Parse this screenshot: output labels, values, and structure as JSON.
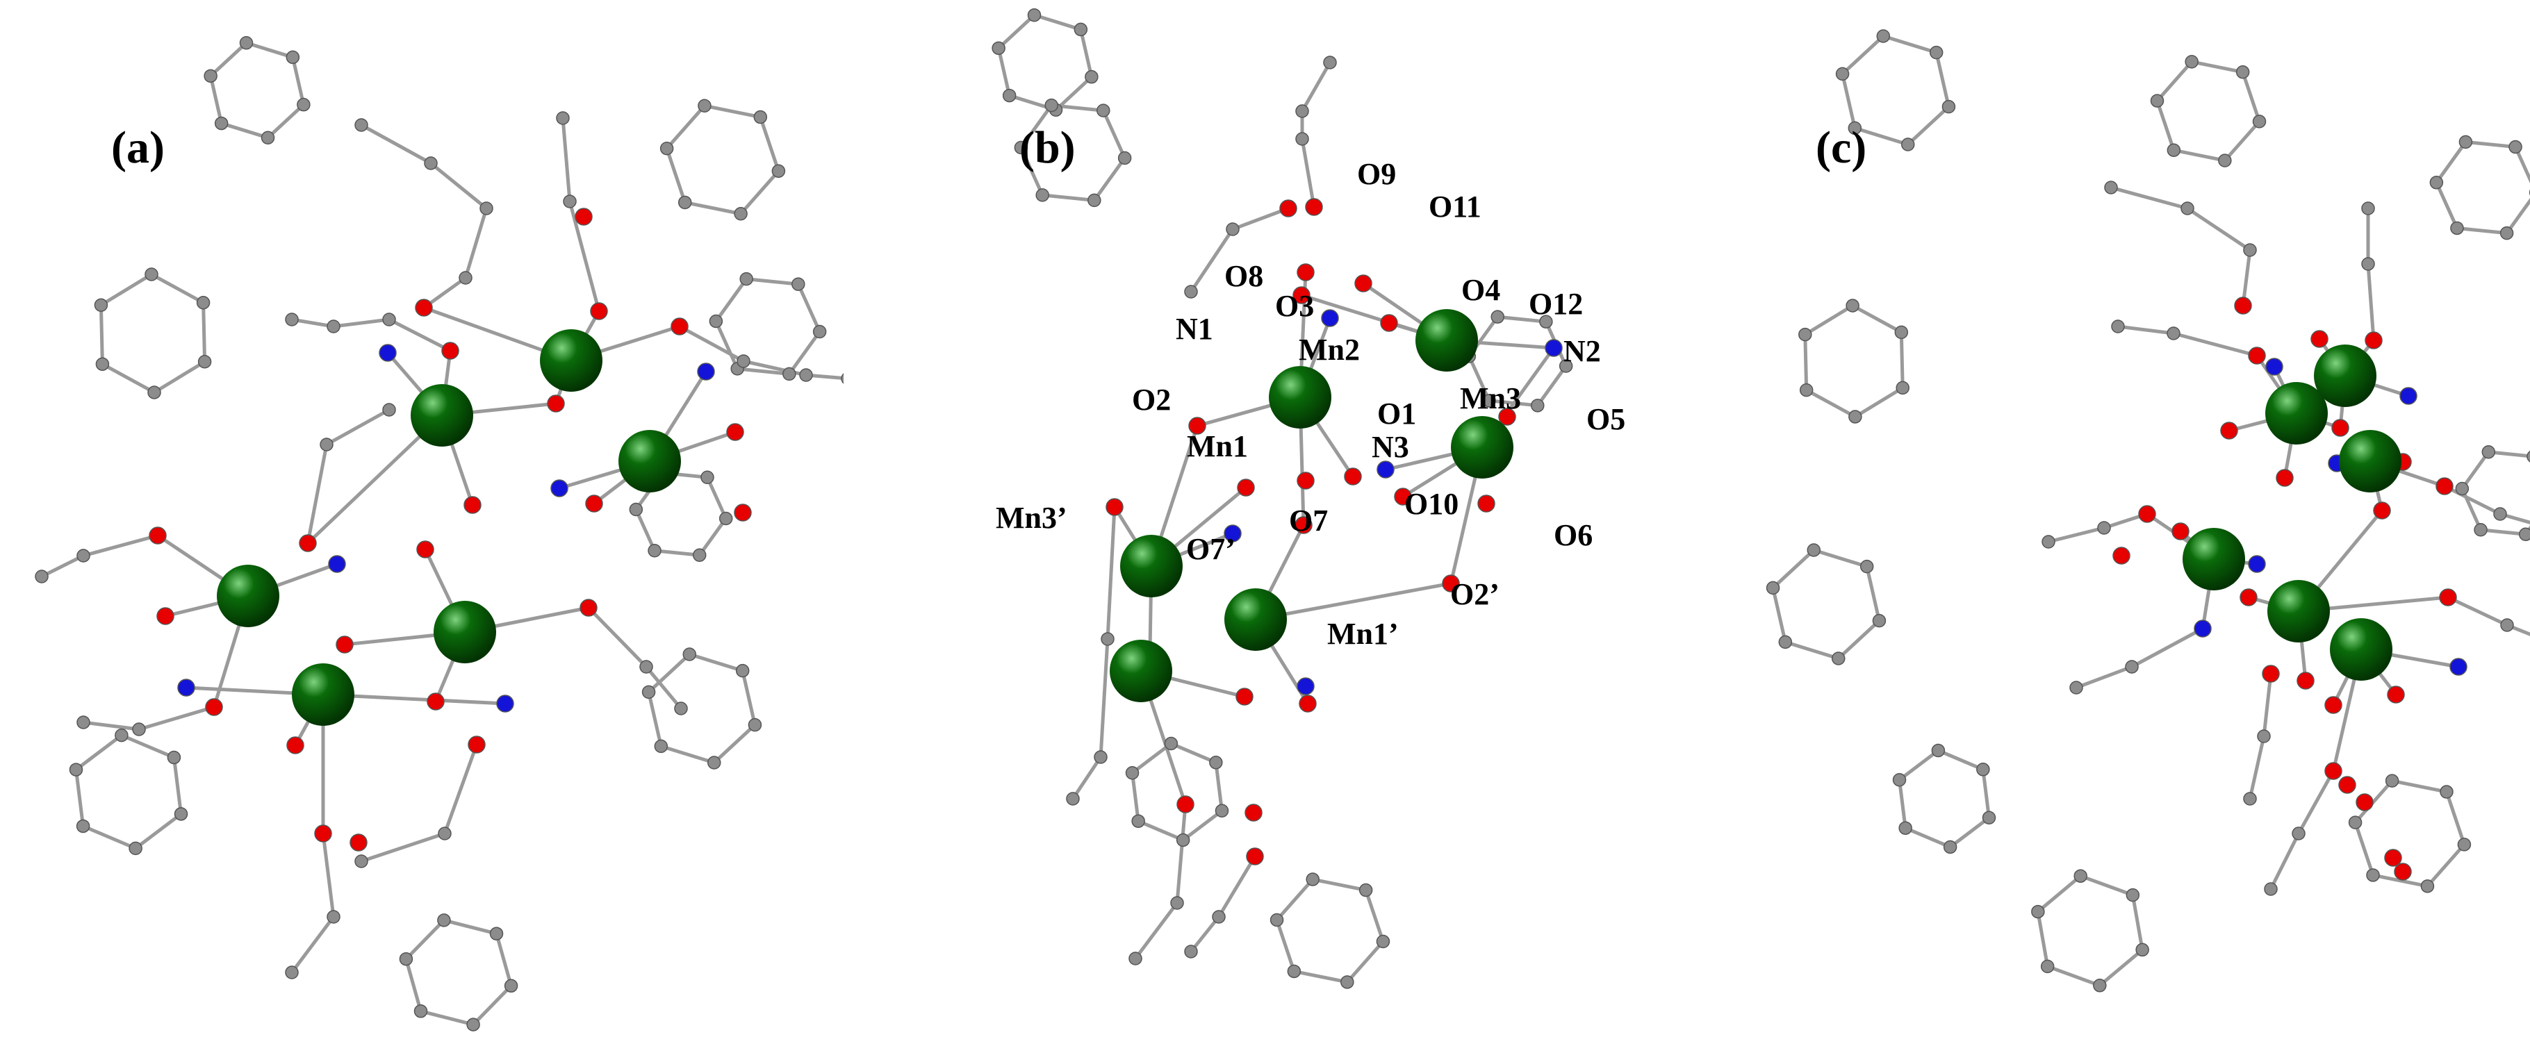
{
  "colors": {
    "bond": "#9a9a9a",
    "carbon": "#8c8c8c",
    "oxygen": "#e60000",
    "nitrogen": "#1414d8",
    "manganese": "#0a6b0a",
    "label": "#000000"
  },
  "panels": [
    {
      "id": "a",
      "label": "(a)"
    },
    {
      "id": "b",
      "label": "(b)"
    },
    {
      "id": "c",
      "label": "(c)"
    }
  ],
  "atom_labels": {
    "O9": "O9",
    "O11": "O11",
    "O8": "O8",
    "O3": "O3",
    "O4": "O4",
    "O12": "O12",
    "N1": "N1",
    "Mn2": "Mn2",
    "N2": "N2",
    "O2": "O2",
    "O1": "O1",
    "Mn3": "Mn3",
    "O5": "O5",
    "Mn1": "Mn1",
    "N3": "N3",
    "O10": "O10",
    "Mn3p": "Mn3’",
    "O7": "O7",
    "O7p": "O7’",
    "O6": "O6",
    "O2p": "O2’",
    "Mn1p": "Mn1’"
  }
}
